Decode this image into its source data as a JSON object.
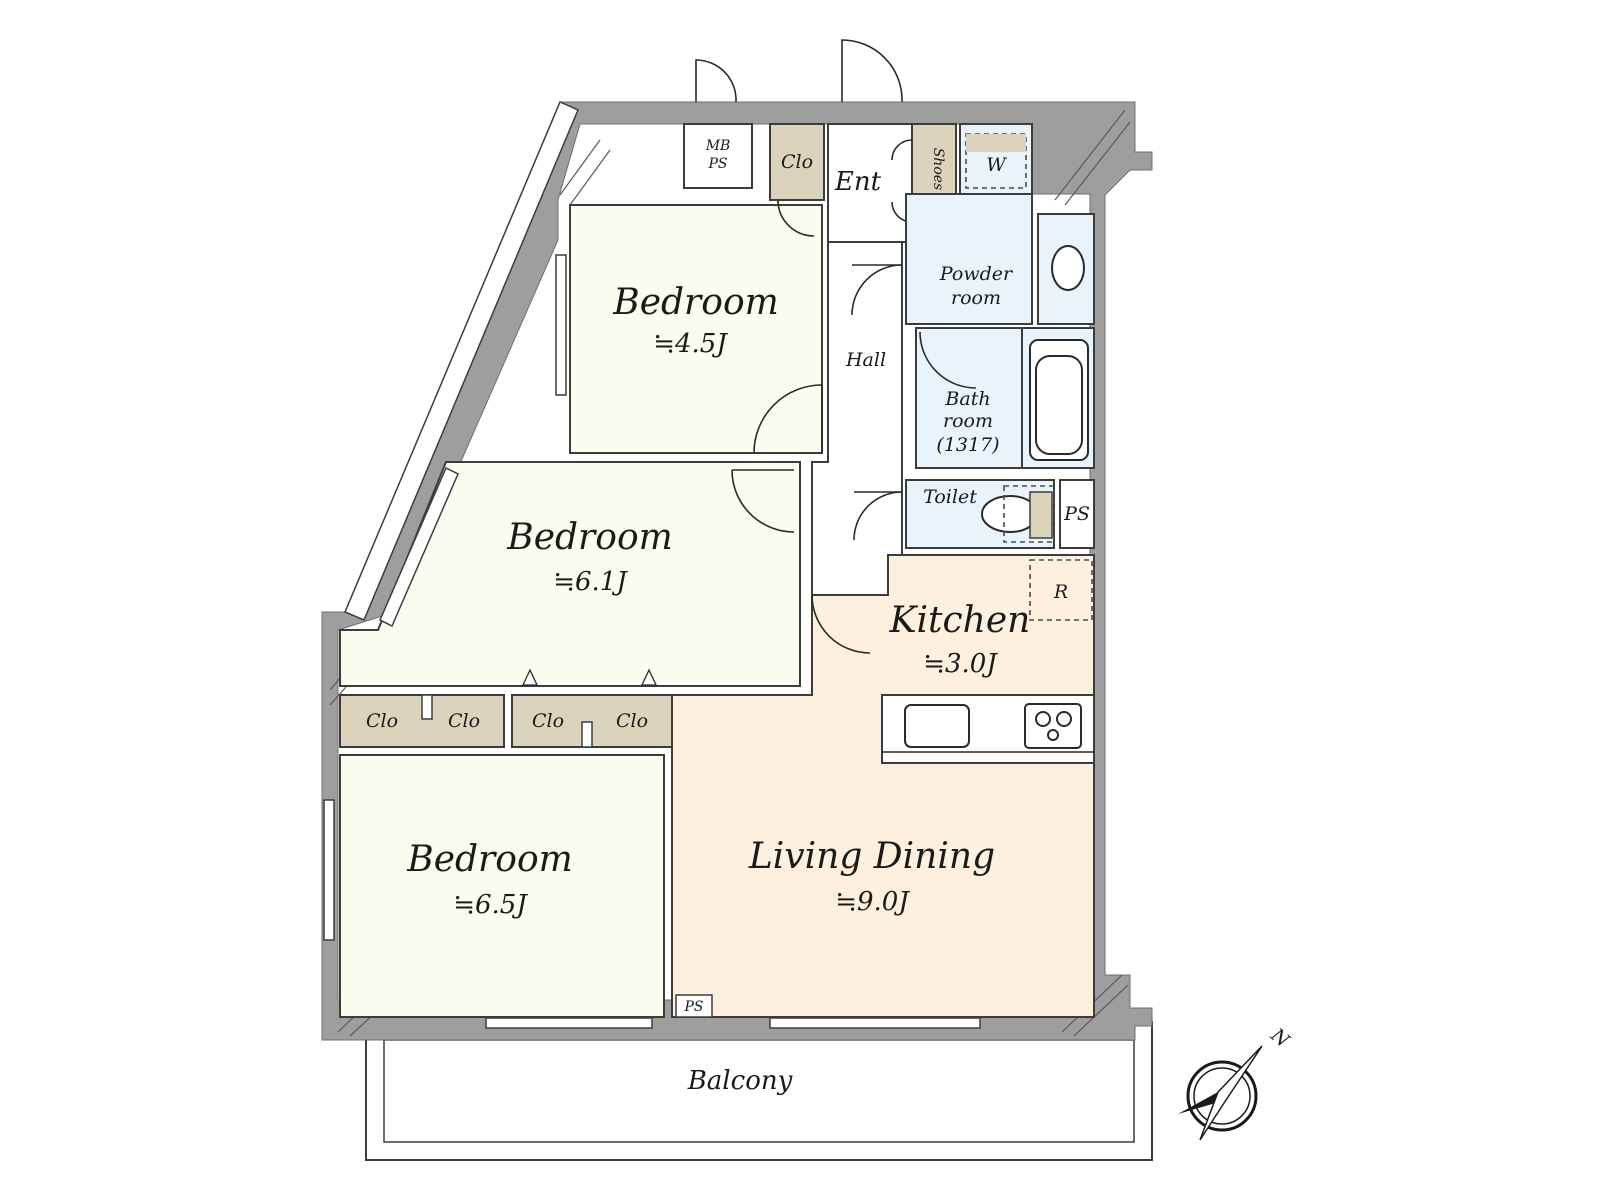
{
  "rooms": {
    "bedroom_a": {
      "name": "Bedroom",
      "size": "≒4.5J"
    },
    "bedroom_b": {
      "name": "Bedroom",
      "size": "≒6.1J"
    },
    "bedroom_c": {
      "name": "Bedroom",
      "size": "≒6.5J"
    },
    "kitchen": {
      "name": "Kitchen",
      "size": "≒3.0J"
    },
    "living": {
      "name": "Living Dining",
      "size": "≒9.0J"
    },
    "hall": {
      "name": "Hall"
    },
    "entrance": {
      "name": "Ent"
    },
    "powder": {
      "line1": "Powder",
      "line2": "room"
    },
    "bath": {
      "line1": "Bath",
      "line2": "room",
      "line3": "(1317)"
    },
    "toilet": {
      "name": "Toilet"
    },
    "balcony": {
      "name": "Balcony"
    }
  },
  "storage": {
    "clo_top": "Clo",
    "shoes_clo": "Shoes Clo",
    "mb_ps_1": "MB",
    "mb_ps_2": "PS",
    "clo_1": "Clo",
    "clo_2": "Clo",
    "clo_3": "Clo",
    "clo_4": "Clo",
    "ps_toilet": "PS",
    "ps_bottom": "PS"
  },
  "fixtures": {
    "washer": "W",
    "refrigerator": "R"
  },
  "compass": {
    "north": "N"
  },
  "colors": {
    "wall": "#9e9e9e",
    "bedroom": "#fcfbef",
    "living": "#fdf0de",
    "wet_area": "#e8f3fb",
    "closet": "#dcd3bc"
  }
}
